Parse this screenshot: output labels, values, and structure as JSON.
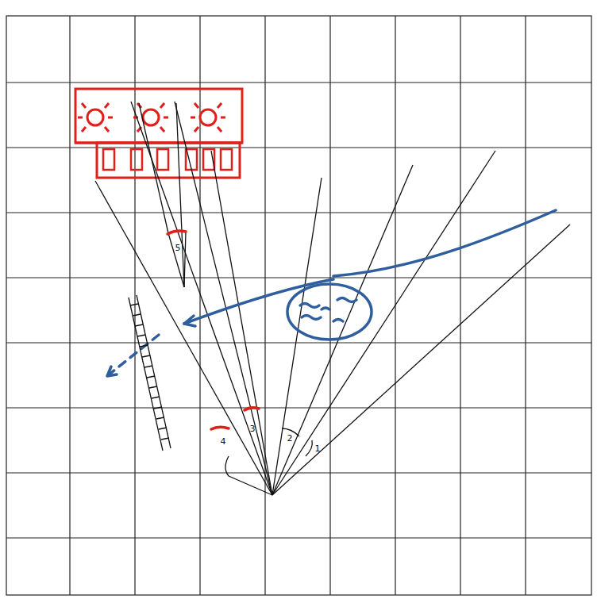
{
  "diagram": {
    "labels": [
      "5",
      "4",
      "3",
      "2",
      "1"
    ]
  }
}
